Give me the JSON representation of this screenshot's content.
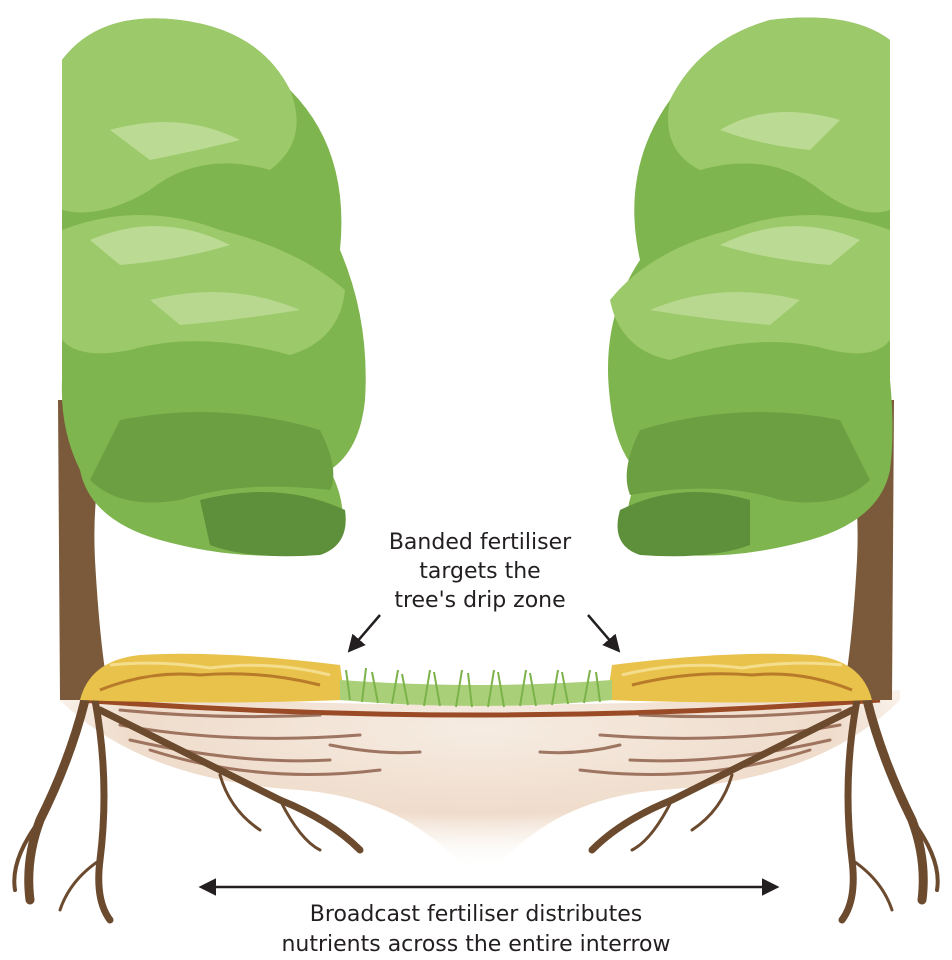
{
  "annotations": {
    "banded": {
      "lines": [
        "Banded fertiliser",
        "targets the",
        "tree's drip zone"
      ]
    },
    "broadcast": {
      "lines": [
        "Broadcast fertiliser distributes",
        "nutrients across the entire interrow"
      ]
    }
  },
  "colors": {
    "foliage_light": "#9cc969",
    "foliage_mid": "#7fb54e",
    "foliage_dark": "#5e8f3a",
    "foliage_highlight": "#c9e2a6",
    "trunk": "#7a5a3a",
    "root": "#6b4a2e",
    "soil": "#f1e3d6",
    "leaf_litter": "#e8c24a",
    "grass": "#7bb24a",
    "text": "#231f20"
  },
  "icons": [
    "left-tree",
    "right-tree",
    "arrow-down-left-icon",
    "arrow-down-right-icon",
    "double-headed-arrow-icon"
  ]
}
